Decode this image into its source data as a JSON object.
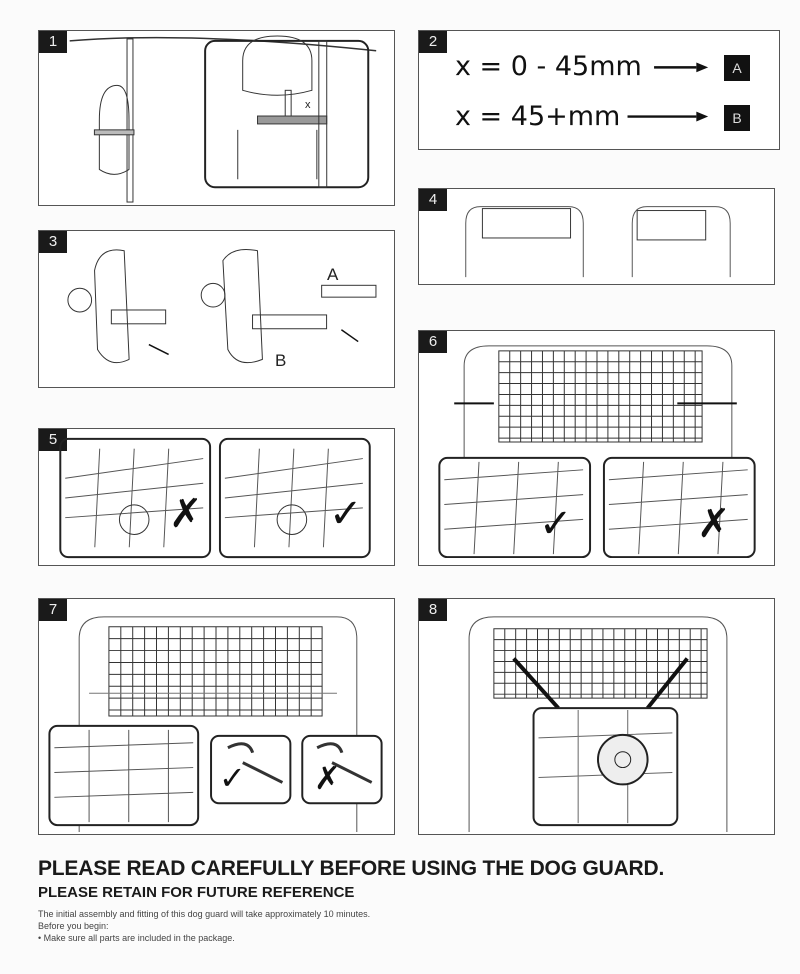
{
  "steps": [
    {
      "number": "1",
      "label_x": "x"
    },
    {
      "number": "2",
      "line1": "x = 0 - 45mm",
      "line1_target": "A",
      "line2": "x = 45+mm",
      "line2_target": "B"
    },
    {
      "number": "3",
      "label_a": "A",
      "label_b": "B"
    },
    {
      "number": "4"
    },
    {
      "number": "5",
      "wrong_mark": "✗",
      "right_mark": "✓"
    },
    {
      "number": "6",
      "wrong_mark": "✗",
      "right_mark": "✓"
    },
    {
      "number": "7",
      "wrong_mark": "✗",
      "right_mark": "✓"
    },
    {
      "number": "8"
    }
  ],
  "footer": {
    "heading": "PLEASE READ CAREFULLY BEFORE USING THE DOG GUARD.",
    "subheading": "PLEASE RETAIN FOR FUTURE REFERENCE",
    "intro": "The initial assembly and fitting of this dog guard will take approximately 10 minutes.",
    "before": "Before you begin:",
    "bullet": "• Make sure all parts are included in the package."
  }
}
